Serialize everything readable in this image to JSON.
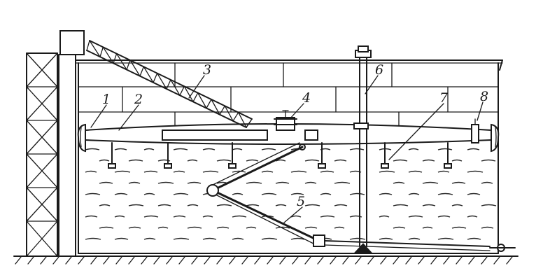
{
  "diagram": {
    "labels": [
      {
        "id": "1",
        "text": "1"
      },
      {
        "id": "2",
        "text": "2"
      },
      {
        "id": "3",
        "text": "3"
      },
      {
        "id": "4",
        "text": "4"
      },
      {
        "id": "5",
        "text": "5"
      },
      {
        "id": "6",
        "text": "6"
      },
      {
        "id": "7",
        "text": "7"
      },
      {
        "id": "8",
        "text": "8"
      }
    ],
    "colors": {
      "ink": "#1a1a1a",
      "background": "#ffffff"
    }
  }
}
